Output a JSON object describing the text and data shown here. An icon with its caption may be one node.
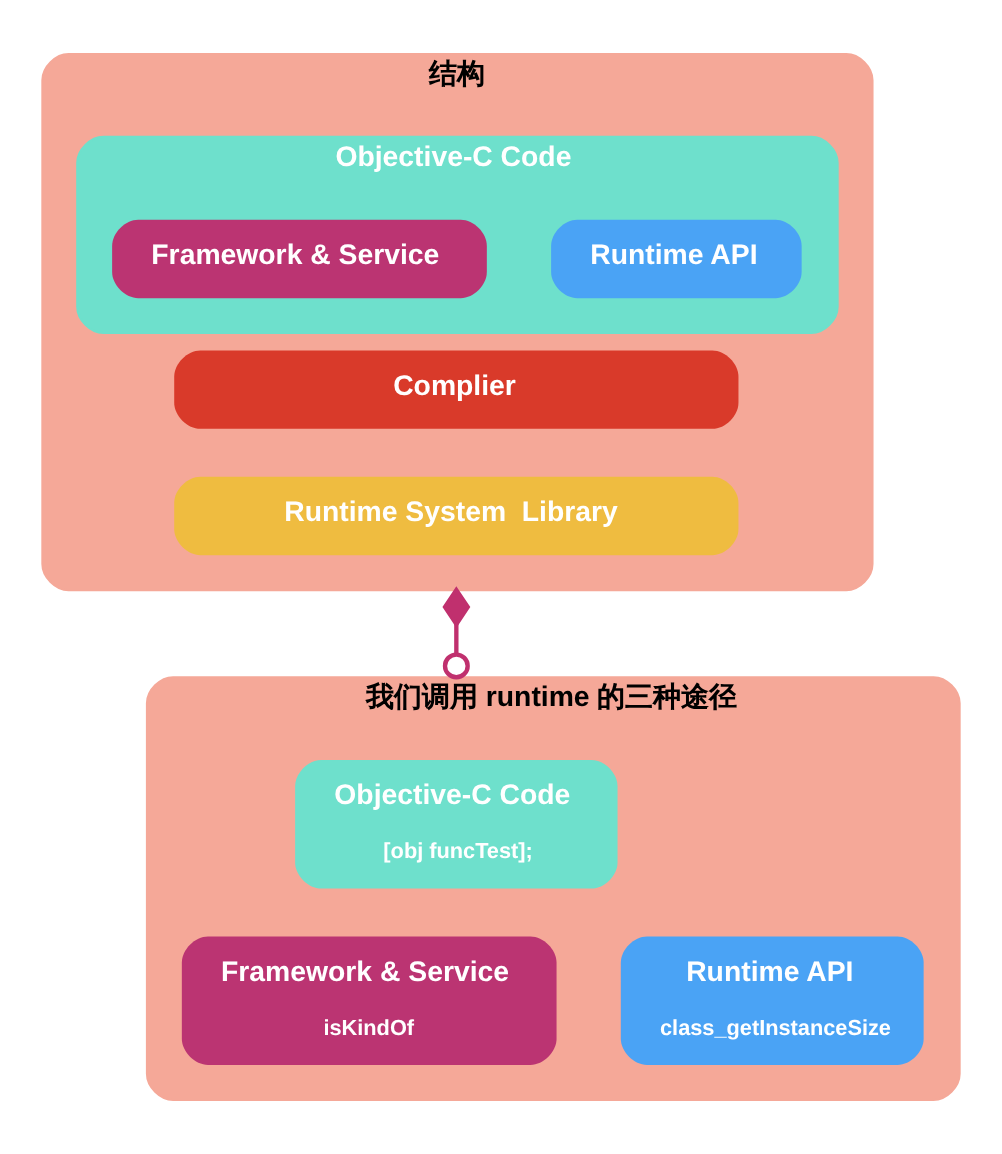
{
  "diagram": {
    "nodes": [
      {
        "text": [
          "结构"
        ]
      },
      {
        "text": [
          "Objective-C Code"
        ],
        "in": 0
      },
      {
        "text": [
          "Framework & Service"
        ],
        "in": 1
      },
      {
        "text": [
          "Runtime API"
        ],
        "in": 1
      },
      {
        "text": [
          "Complier"
        ],
        "in": 0
      },
      {
        "text": [
          "Runtime System  Library"
        ],
        "in": 0
      },
      {
        "text": [
          "我们调用 runtime 的三种途径"
        ]
      },
      {
        "text": [
          "Objective-C Code",
          "[obj funcTest];"
        ],
        "in": 6
      },
      {
        "text": [
          "Framework & Service",
          "isKindOf"
        ],
        "in": 6
      },
      {
        "text": [
          "Runtime API",
          "class_getInstanceSize"
        ],
        "in": 6
      }
    ],
    "edges": [
      {
        "from": 0,
        "to": 6,
        "arrow": "other",
        "color": "#c0306e"
      }
    ]
  }
}
